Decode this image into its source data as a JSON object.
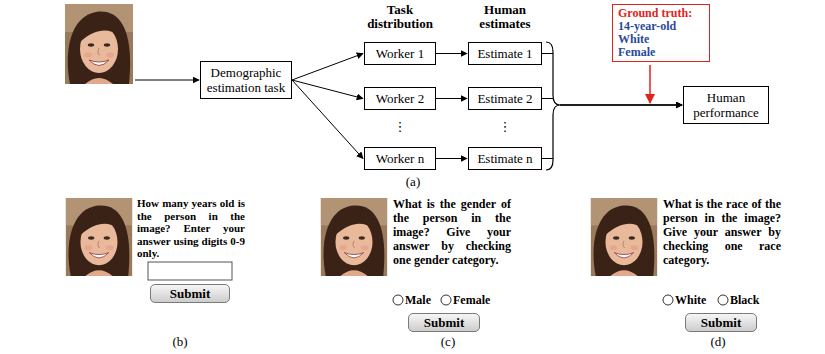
{
  "diagram": {
    "nodes": [
      {
        "text": [
          "Demographic estimation task"
        ]
      },
      {
        "text": [
          "Worker 1"
        ]
      },
      {
        "text": [
          "Worker 2"
        ]
      },
      {
        "text": [
          "Worker n"
        ]
      },
      {
        "text": [
          "Estimate 1"
        ]
      },
      {
        "text": [
          "Estimate 2"
        ]
      },
      {
        "text": [
          "Estimate n"
        ]
      },
      {
        "text": [
          "Ground truth:",
          "14-year-old",
          "White",
          "Female"
        ]
      },
      {
        "text": [
          "Human performance"
        ]
      },
      {
        "text": [
          "Submit"
        ]
      },
      {
        "text": [
          "Submit"
        ]
      },
      {
        "text": [
          "Submit"
        ]
      }
    ],
    "edges": [
      {
        "from": 0,
        "to": 1,
        "arrow": "to"
      },
      {
        "from": 0,
        "to": 2,
        "arrow": "to"
      },
      {
        "from": 0,
        "to": 3,
        "arrow": "to"
      },
      {
        "from": 1,
        "to": 4,
        "arrow": "to"
      },
      {
        "from": 2,
        "to": 5,
        "arrow": "to"
      },
      {
        "from": 3,
        "to": 6,
        "arrow": "to"
      },
      {
        "from": 4,
        "to": 8,
        "arrow": "to"
      },
      {
        "from": 5,
        "to": 8,
        "arrow": "to"
      },
      {
        "from": 6,
        "to": 8,
        "arrow": "to"
      }
    ],
    "labels": [
      "Task distribution",
      "Human estimates",
      "⋮",
      "⋮",
      "(a)",
      "How many years old is the person in the image? Enter your answer using digits 0-9 only.",
      "(b)",
      "What is the gender of the person in the image? Give your answer by checking one gender category.",
      "Male",
      "Female",
      "(c)",
      "What is the race of the person in the image? Give your answer by checking one race category.",
      "White",
      "Black",
      "(d)"
    ]
  }
}
